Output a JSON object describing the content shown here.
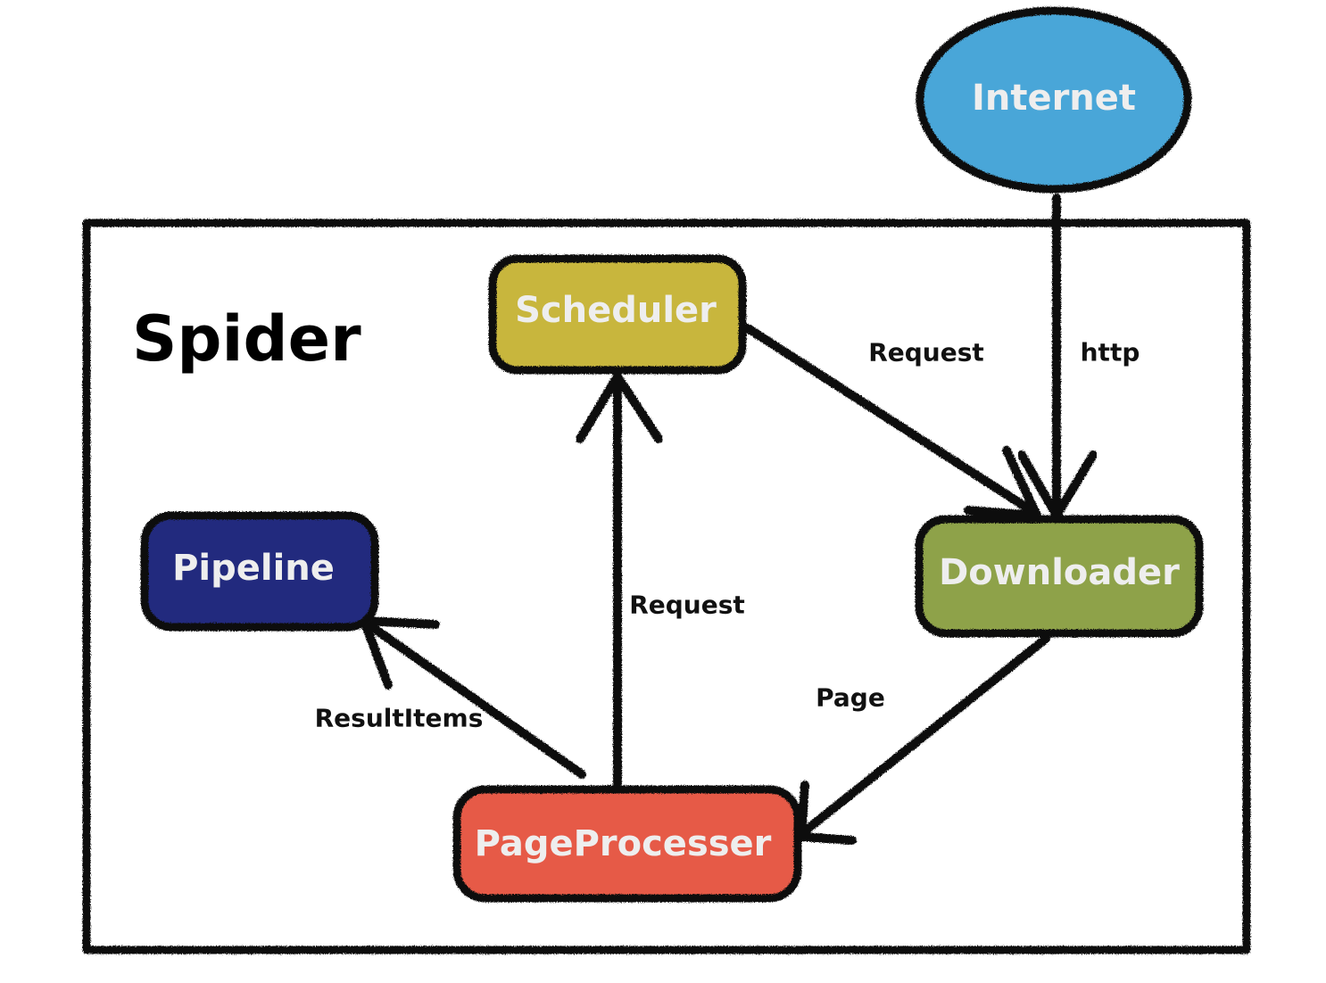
{
  "container": {
    "label": "Spider"
  },
  "nodes": {
    "internet": {
      "label": "Internet",
      "color": "#4aa6d8"
    },
    "scheduler": {
      "label": "Scheduler",
      "color": "#c8b63c"
    },
    "downloader": {
      "label": "Downloader",
      "color": "#8ea24a"
    },
    "pipeline": {
      "label": "Pipeline",
      "color": "#232c7e"
    },
    "pageprocesser": {
      "label": "PageProcesser",
      "color": "#e65a46"
    }
  },
  "edges": {
    "scheduler_to_downloader": {
      "label": "Request"
    },
    "internet_to_downloader": {
      "label": "http"
    },
    "downloader_to_pageprocesser": {
      "label": "Page"
    },
    "pageprocesser_to_scheduler": {
      "label": "Request"
    },
    "pageprocesser_to_pipeline": {
      "label": "ResultItems"
    }
  },
  "colors": {
    "outline": "#111111",
    "node_text": "#eeeeee"
  }
}
